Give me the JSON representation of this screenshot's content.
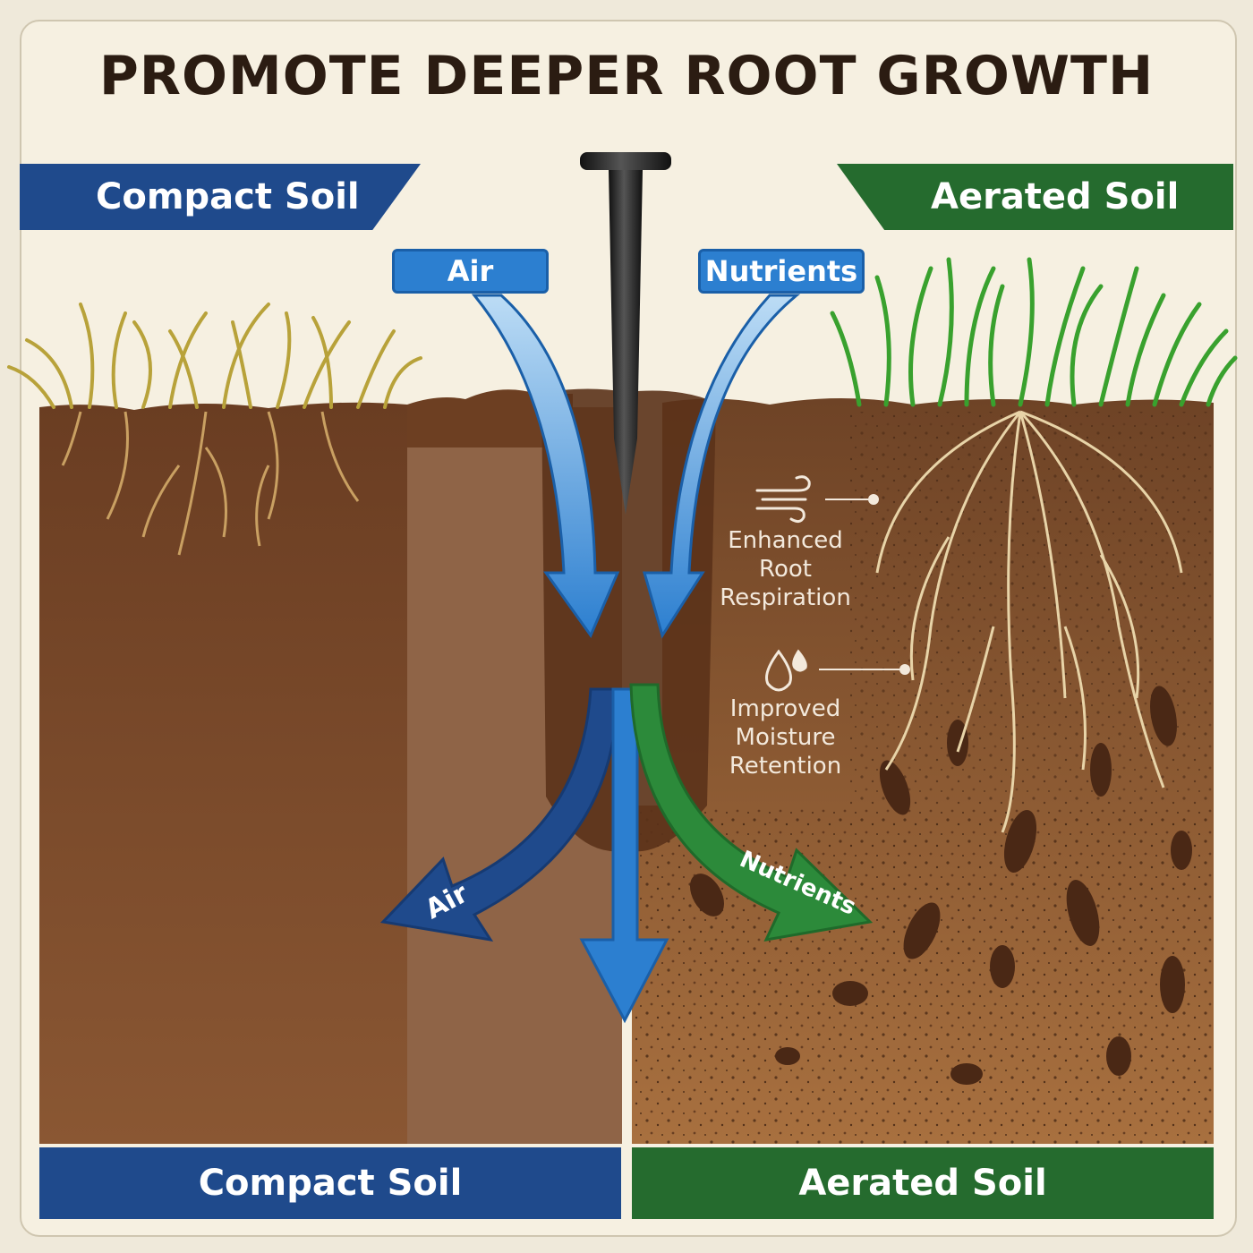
{
  "title": "PROMOTE DEEPER ROOT GROWTH",
  "top_labels": {
    "left": "Compact Soil",
    "right": "Aerated Soil"
  },
  "flow_labels": {
    "air_in": "Air",
    "nutrients_in": "Nutrients",
    "air_out": "Air",
    "nutrients_out": "Nutrients"
  },
  "benefits": [
    {
      "label": "Enhanced Root Respiration",
      "lines": [
        "Enhanced",
        "Root",
        "Respiration"
      ],
      "icon": "wind-icon"
    },
    {
      "label": "Improved Moisture Retention",
      "lines": [
        "Improved",
        "Moisture",
        "Retention"
      ],
      "icon": "water-drops-icon"
    }
  ],
  "bottom_labels": {
    "left": "Compact Soil",
    "right": "Aerated Soil"
  },
  "colors": {
    "background": "#f6f0e1",
    "title": "#2b1c12",
    "compact_blue": "#1f4a8c",
    "aerated_green": "#256b2e",
    "arrow_blue": "#2c7fd0",
    "soil_brown": "#7a4a2a"
  }
}
